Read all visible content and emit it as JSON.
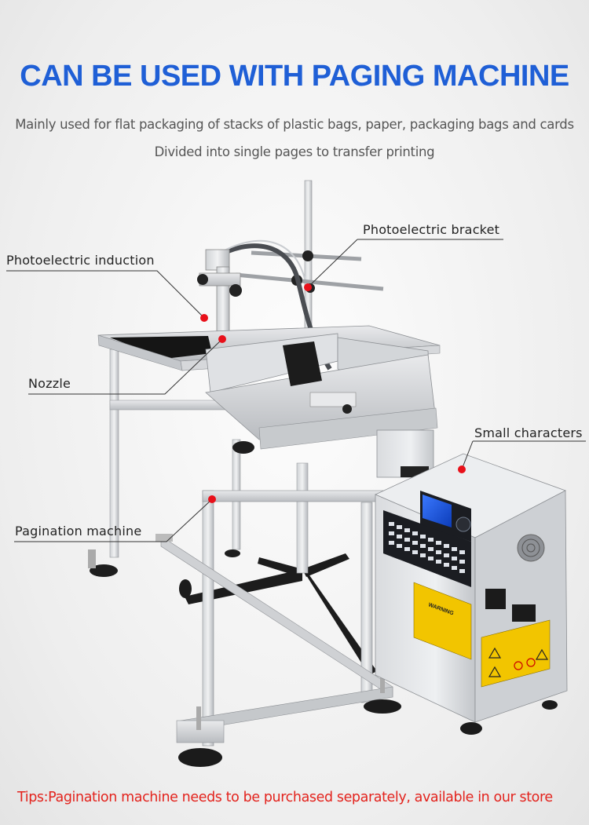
{
  "header": {
    "title": "CAN BE USED WITH PAGING MACHINE",
    "subtitle_line1": "Mainly used for flat packaging of stacks of plastic bags, paper, packaging bags and cards",
    "subtitle_line2": "Divided into single pages to transfer printing"
  },
  "callouts": {
    "photoelectric_bracket": "Photoelectric bracket",
    "photoelectric_induction": "Photoelectric induction",
    "nozzle": "Nozzle",
    "small_characters": "Small characters",
    "pagination_machine": "Pagination machine"
  },
  "panel_labels": {
    "warning": "WARNING"
  },
  "footer": {
    "tips": "Tips:Pagination machine needs to be purchased separately, available in our store"
  },
  "colors": {
    "title_blue": "#1f5fd6",
    "tips_red": "#e3231d",
    "marker_red": "#e8101a",
    "warning_yellow": "#f2c500"
  }
}
